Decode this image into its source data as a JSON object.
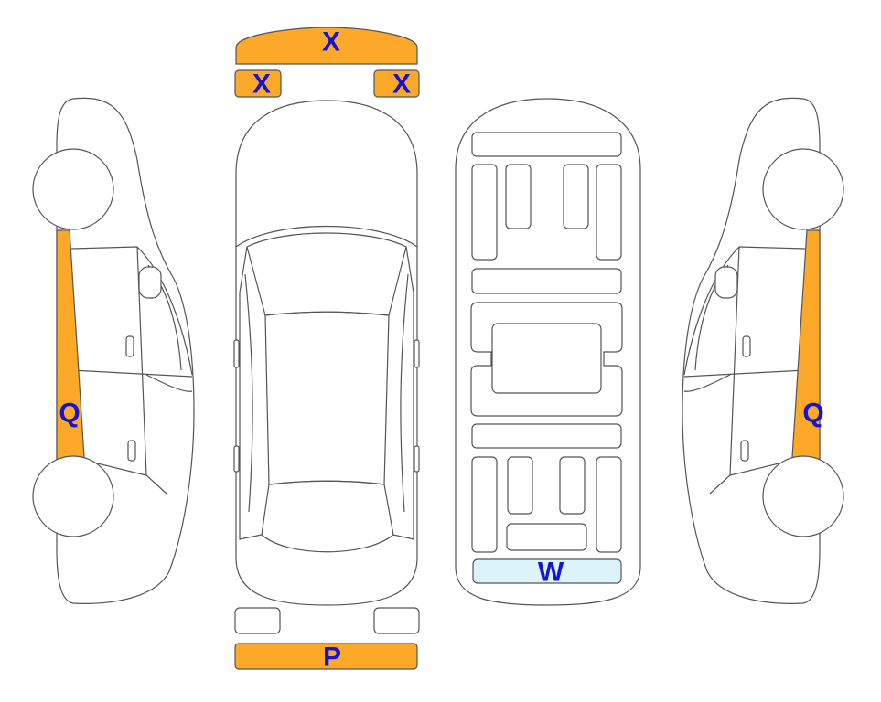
{
  "colors": {
    "damage_fill": "#FCA828",
    "glass_fill": "#DDF3FA",
    "code_text": "#1414D2",
    "outline": "#555555"
  },
  "legend_codes": {
    "front_bumper": "X",
    "front_left_lamp": "X",
    "front_right_lamp": "X",
    "rear_bumper": "P",
    "rear_window": "W",
    "left_rocker": "Q",
    "right_rocker": "Q"
  },
  "panels": [
    {
      "id": "front-bumper",
      "code": "X",
      "state": "marked"
    },
    {
      "id": "front-left-lamp",
      "code": "X",
      "state": "marked"
    },
    {
      "id": "front-right-lamp",
      "code": "X",
      "state": "marked"
    },
    {
      "id": "rear-bumper",
      "code": "P",
      "state": "marked"
    },
    {
      "id": "rear-window",
      "code": "W",
      "state": "glass"
    },
    {
      "id": "left-rocker",
      "code": "Q",
      "state": "marked"
    },
    {
      "id": "right-rocker",
      "code": "Q",
      "state": "marked"
    }
  ]
}
